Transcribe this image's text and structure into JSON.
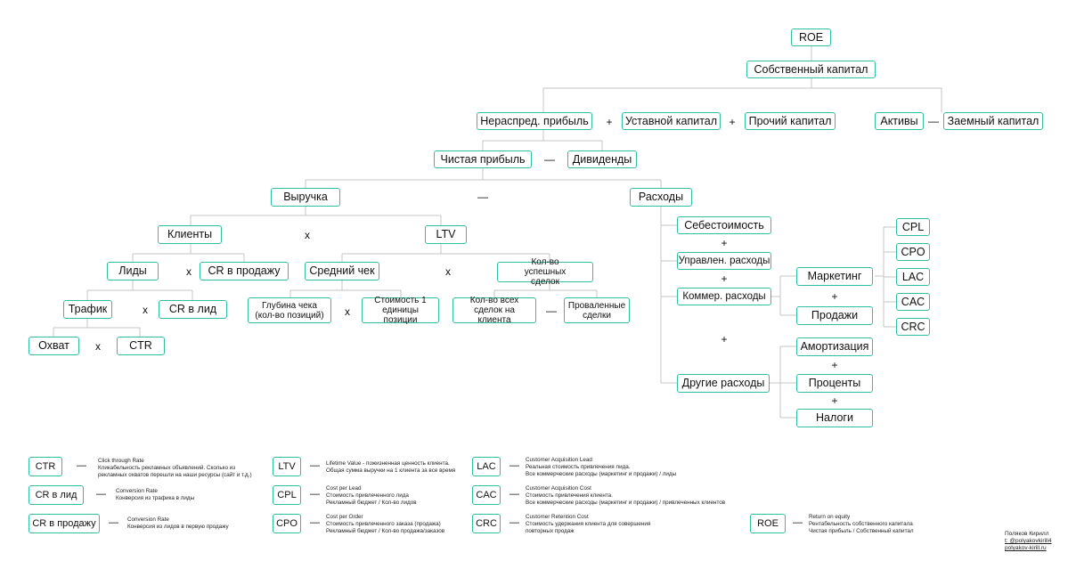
{
  "nodes": {
    "roe": "ROE",
    "equity": "Собственный капитал",
    "retained": "Нераспред. прибыль",
    "charter": "Уставной капитал",
    "other_cap": "Прочий капитал",
    "assets": "Активы",
    "borrowed": "Заемный капитал",
    "net_profit": "Чистая прибыль",
    "dividends": "Дивиденды",
    "revenue": "Выручка",
    "expenses": "Расходы",
    "clients": "Клиенты",
    "ltv": "LTV",
    "leads": "Лиды",
    "cr_sale": "CR в продажу",
    "avg_check": "Средний чек",
    "deals": "Кол-во успешных сделок",
    "traffic": "Трафик",
    "cr_lead": "CR в лид",
    "depth": "Глубина чека (кол-во позиций)",
    "cost_one": "Стоимость 1 единицы позиции",
    "all_deals": "Кол-во всех сделок на клиента",
    "failed": "Проваленные сделки",
    "reach": "Охват",
    "ctr": "CTR",
    "cogs": "Себестоимость",
    "mgmt": "Управлен. расходы",
    "commercial": "Коммер. расходы",
    "other_exp": "Другие расходы",
    "marketing": "Маркетинг",
    "sales": "Продажи",
    "amort": "Амортизация",
    "interest": "Проценты",
    "taxes": "Налоги",
    "cpl": "CPL",
    "cpo": "CPO",
    "lac": "LAC",
    "cac": "CAC",
    "crc": "CRC"
  },
  "ops": {
    "plus": "+",
    "minus": "—",
    "times": "x"
  },
  "legend": {
    "dash": "—",
    "ctr": {
      "label": "CTR",
      "lines": [
        "Click through Rate",
        "Кликабельность рекламных объявлений. Сколько из",
        "рекламных охватов перешли на наши ресурсы (сайт и т.д.)"
      ]
    },
    "cr_lead": {
      "label": "CR в лид",
      "lines": [
        "Conversion Rate",
        "Конверсия из трафика в лиды"
      ]
    },
    "cr_sale": {
      "label": "CR в продажу",
      "lines": [
        "Conversion Rate",
        "Конверсия из лидов в первую продажу"
      ]
    },
    "ltv": {
      "label": "LTV",
      "lines": [
        "Lifetime Value - пожизненная ценность клиента.",
        "Общая сумма выручки на 1 клиента за все время"
      ]
    },
    "cpl": {
      "label": "CPL",
      "lines": [
        "Cost per Lead",
        "Стоимость привлеченного лида",
        "Рекламный бюджет / Кол-во лидов"
      ]
    },
    "cpo": {
      "label": "CPO",
      "lines": [
        "Cost per Order",
        "Стоимость привлеченного заказа (продажа)",
        "Рекламный бюджет / Кол-во продажа/заказов"
      ]
    },
    "lac": {
      "label": "LAC",
      "lines": [
        "Customer Acquisition Lead",
        "Реальная стоимость привлечения лида.",
        "Все коммерческие расходы (маркетинг и продажи) / лиды"
      ]
    },
    "cac": {
      "label": "CAC",
      "lines": [
        "Customer Acquisition Cost",
        "Стоимость привлечения клиента.",
        "Все коммерческие расходы (маркетинг и продажи) / привлеченных клиентов"
      ]
    },
    "crc": {
      "label": "CRC",
      "lines": [
        "Customer Retention Cost",
        "Стоимость удержания клиента для совершения",
        "повторных продаж"
      ]
    },
    "roe": {
      "label": "ROE",
      "lines": [
        "Return on equity",
        "Рентабельность собственного капитала",
        "Чистая прибыль / Собственный капитал"
      ]
    }
  },
  "signature": [
    "Поляков Кирилл",
    "t: @polyakovkirill4",
    "polyakov-kirill.ru"
  ]
}
